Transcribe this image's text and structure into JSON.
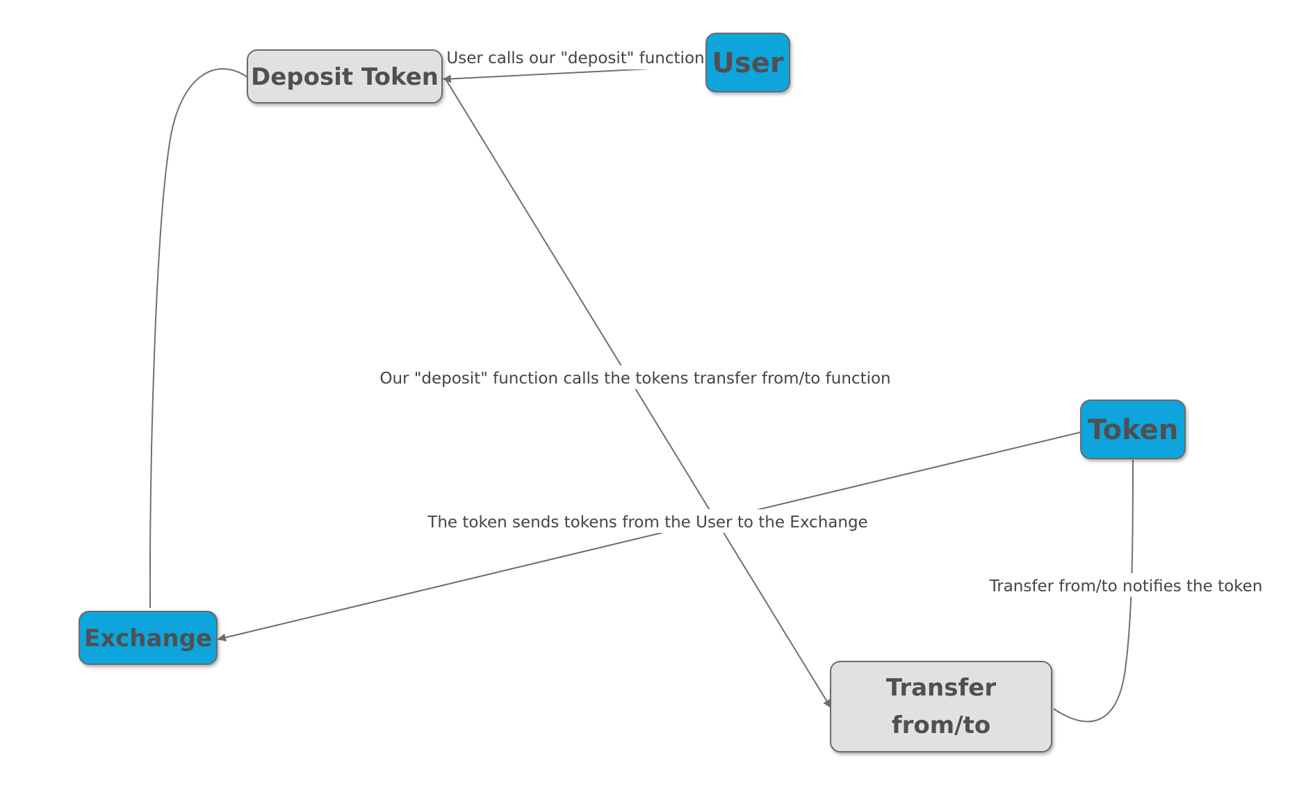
{
  "colors": {
    "entity_fill": "#0aa5dc",
    "process_fill": "#e1e1e1",
    "border": "#6b6b6b",
    "edge": "#6e6e6e",
    "label_text": "#444444",
    "node_text": "#505050"
  },
  "nodes": {
    "user": {
      "label": "User",
      "kind": "entity"
    },
    "deposit": {
      "label": "Deposit Token",
      "kind": "process"
    },
    "token": {
      "label": "Token",
      "kind": "entity"
    },
    "exchange": {
      "label": "Exchange",
      "kind": "entity"
    },
    "transfer": {
      "label_lines": [
        "Transfer",
        "from/to"
      ],
      "kind": "process"
    }
  },
  "edges": {
    "user_to_deposit": "User calls our \"deposit\" function",
    "deposit_to_transfer": "Our \"deposit\" function calls the tokens transfer from/to function",
    "token_to_exchange": "The token sends tokens from the User to the Exchange",
    "transfer_to_token": "Transfer from/to notifies the token",
    "deposit_to_exchange": ""
  }
}
